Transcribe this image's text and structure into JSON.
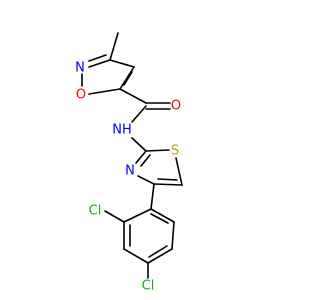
{
  "atoms": {
    "n_isoxazole": {
      "label": "N",
      "color": "#0000ff"
    },
    "o_isoxazole": {
      "label": "O",
      "color": "#ff0000"
    },
    "o_carbonyl": {
      "label": "O",
      "color": "#ff0000"
    },
    "nh_amide": {
      "label": "NH",
      "color": "#0000ff"
    },
    "s_thiazole": {
      "label": "S",
      "color": "#b8a300"
    },
    "n_thiazole": {
      "label": "N",
      "color": "#0000ff"
    },
    "cl_2": {
      "label": "Cl",
      "color": "#1fa51f"
    },
    "cl_4": {
      "label": "Cl",
      "color": "#1fa51f"
    }
  }
}
